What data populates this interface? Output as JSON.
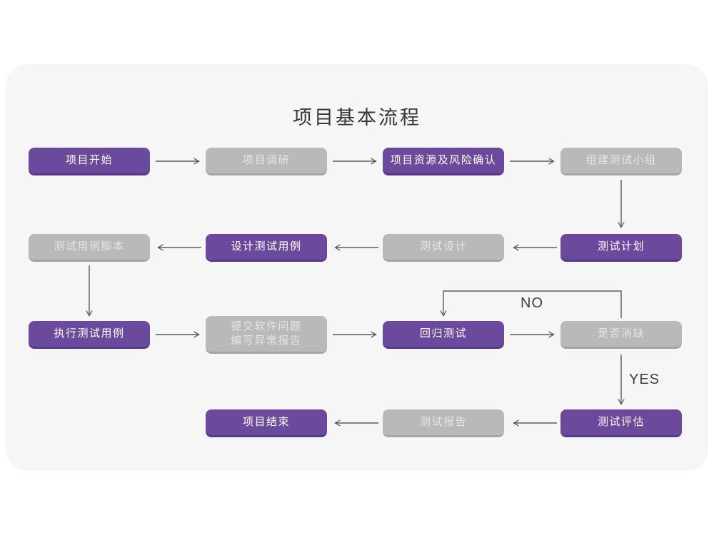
{
  "title": "项目基本流程",
  "colors": {
    "purple": "#6b4a9e",
    "purple_dark": "#56398a",
    "gray": "#b9b9b9",
    "gray_dark": "#a5a5a5",
    "card_bg": "#f6f6f7",
    "arrow": "#5a5a5a"
  },
  "nodes": [
    {
      "id": "project-start",
      "label": "项目开始",
      "variant": "purple"
    },
    {
      "id": "project-research",
      "label": "项目调研",
      "variant": "gray"
    },
    {
      "id": "resource-risk",
      "label": "项目资源及风险确认",
      "variant": "purple"
    },
    {
      "id": "build-team",
      "label": "组建测试小组",
      "variant": "gray"
    },
    {
      "id": "test-plan",
      "label": "测试计划",
      "variant": "purple"
    },
    {
      "id": "test-design",
      "label": "测试设计",
      "variant": "gray"
    },
    {
      "id": "design-cases",
      "label": "设计测试用例",
      "variant": "purple"
    },
    {
      "id": "case-script",
      "label": "测试用例脚本",
      "variant": "gray"
    },
    {
      "id": "execute-cases",
      "label": "执行测试用例",
      "variant": "purple"
    },
    {
      "id": "submit-issues",
      "label": "提交软件问题",
      "label2": "编写异常报告",
      "variant": "gray"
    },
    {
      "id": "regression-test",
      "label": "回归测试",
      "variant": "purple"
    },
    {
      "id": "defect-cleared",
      "label": "是否消缺",
      "variant": "gray"
    },
    {
      "id": "test-evaluate",
      "label": "测试评估",
      "variant": "purple"
    },
    {
      "id": "test-report",
      "label": "测试报告",
      "variant": "gray"
    },
    {
      "id": "project-end",
      "label": "项目结束",
      "variant": "purple"
    }
  ],
  "edge_labels": {
    "no": "NO",
    "yes": "YES"
  }
}
